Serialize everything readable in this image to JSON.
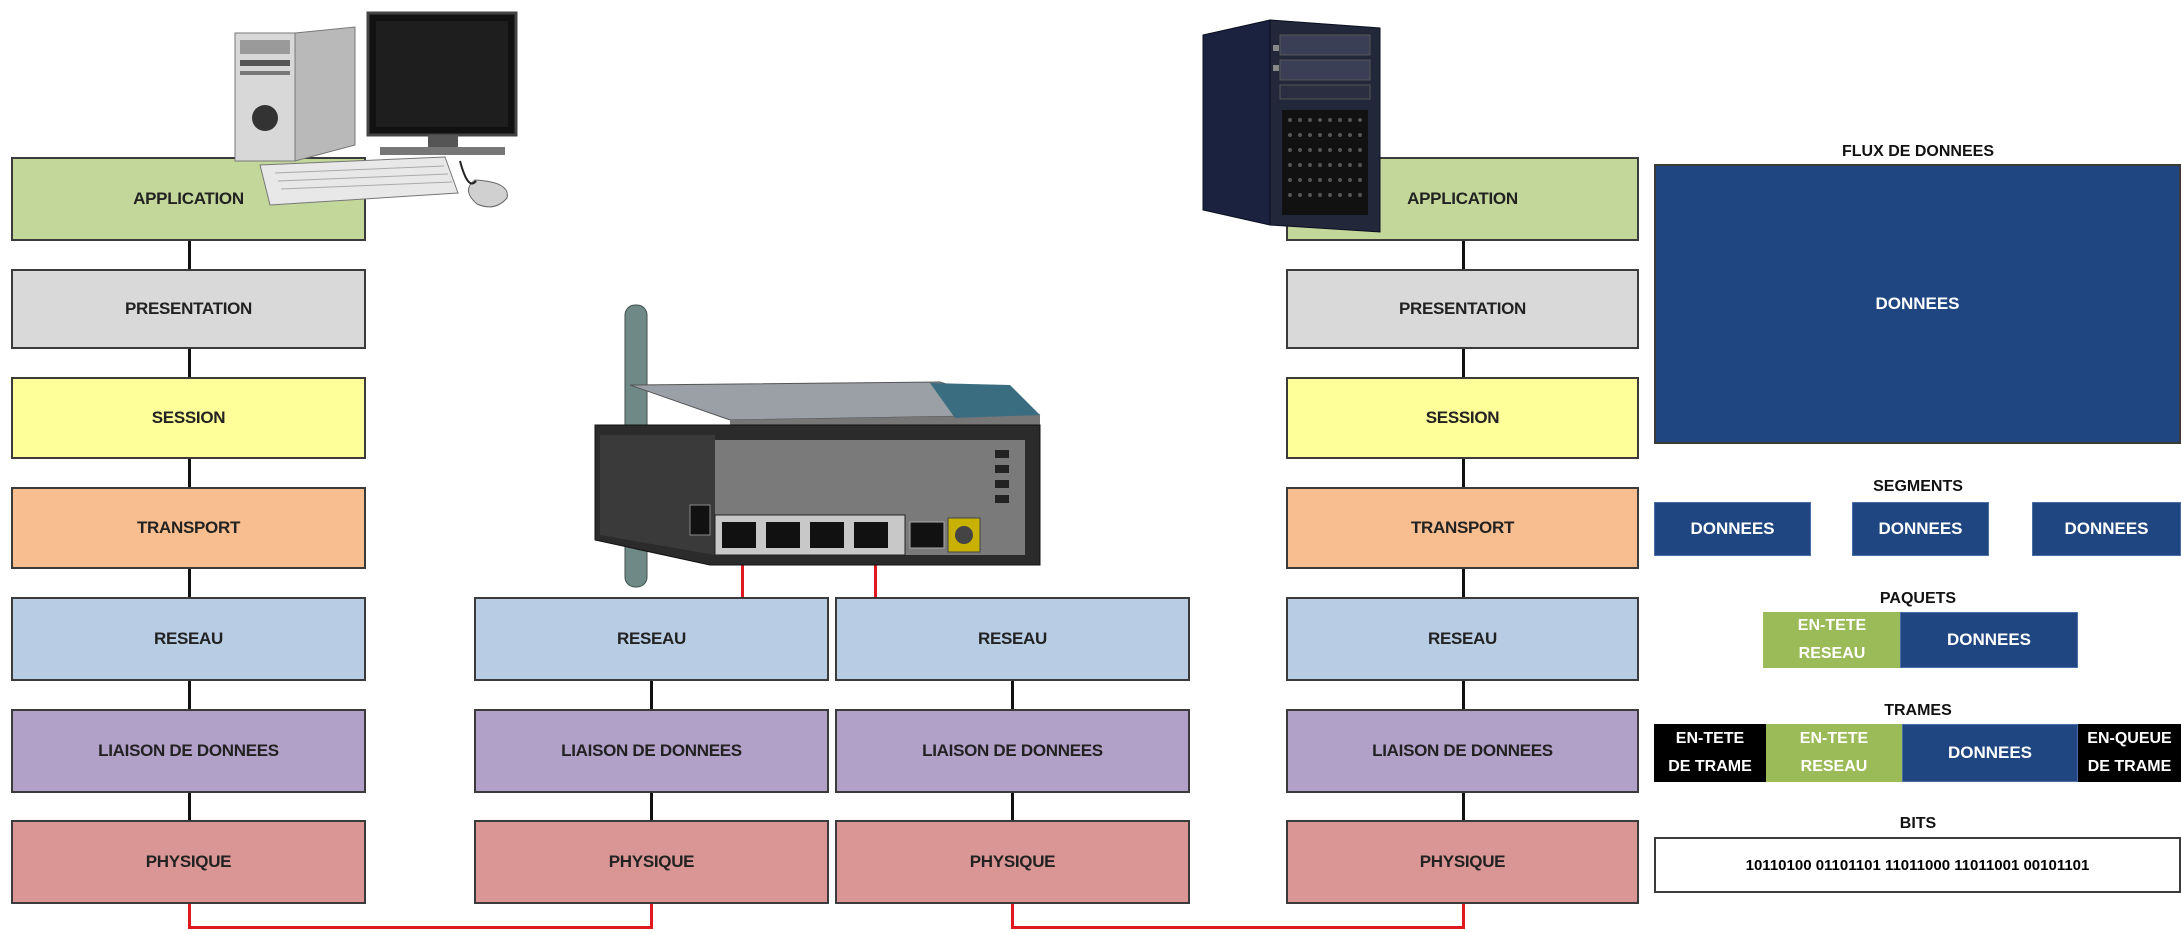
{
  "layers": {
    "application": "APPLICATION",
    "presentation": "PRESENTATION",
    "session": "SESSION",
    "transport": "TRANSPORT",
    "reseau": "RESEAU",
    "liaison": "LIAISON DE DONNEES",
    "physique": "PHYSIQUE"
  },
  "colors": {
    "application": "#c4d79b",
    "presentation": "#d9d9d9",
    "session": "#ffff99",
    "transport": "#f9be8f",
    "reseau": "#b8cce4",
    "liaison": "#b1a0c7",
    "physique": "#da9694",
    "data_blue": "#1f4680",
    "header_green": "#9bbb59",
    "link_red": "#e0191f"
  },
  "panel": {
    "flux_title": "FLUX DE DONNEES",
    "donnees": "DONNEES",
    "segments_title": "SEGMENTS",
    "paquets_title": "PAQUETS",
    "trames_title": "TRAMES",
    "bits_title": "BITS",
    "en_tete_reseau_1": "EN-TETE",
    "en_tete_reseau_2": "RESEAU",
    "en_tete_trame_1": "EN-TETE",
    "en_tete_trame_2": "DE TRAME",
    "en_queue_1": "EN-QUEUE",
    "en_queue_2": "DE TRAME",
    "bits_value": "10110100 01101101 11011000 11011001 00101101"
  },
  "devices": [
    "desktop-computer-icon",
    "router-icon",
    "server-tower-icon"
  ]
}
